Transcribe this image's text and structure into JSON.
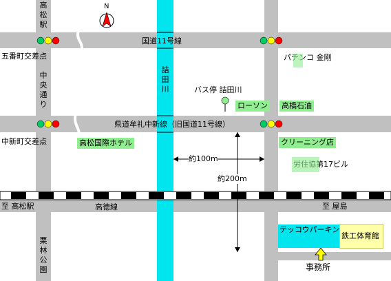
{
  "north_label": "N",
  "roads": {
    "route11": "国道11号線",
    "prefectural": "県道牟礼中新線（旧国道11号線）",
    "tokusen": "高徳線",
    "to_takamatsu_station": "至 高松駅",
    "to_yashima": "至 屋島"
  },
  "vertical_labels": {
    "takamatsu_station_top": [
      "高",
      "松",
      "駅"
    ],
    "chuo_dori": [
      "中",
      "央",
      "通",
      "り"
    ],
    "tsumeda_river": [
      "詰",
      "田",
      "川"
    ],
    "ritsurin_park": [
      "栗",
      "林",
      "公",
      "園"
    ]
  },
  "intersections": {
    "gobancho": "五番町交差点",
    "nakashinmachi": "中新町交差点"
  },
  "places": {
    "pachinko": "パチンコ 金剛",
    "lawson": "ローソン",
    "takahashi_oil": "高橋石油",
    "hotel": "高松国際ホテル",
    "cleaning": "クリーニング店",
    "rojukyo": "労住協第17ビル",
    "bus_stop": "バス停 詰田川",
    "parking": "テッコウパーキング",
    "gym": "鉄工体育館",
    "office": "事務所"
  },
  "distances": {
    "d100": "約100m",
    "d200": "約200m"
  },
  "colors": {
    "road": "#c0c0c0",
    "river": "#00e5ee",
    "building": "#90ee90",
    "parking": "#00e5ee",
    "gym": "#ffffaa",
    "office": "#ff7f00",
    "office_arrow": "#ffff00",
    "compass": "#ff0000"
  }
}
